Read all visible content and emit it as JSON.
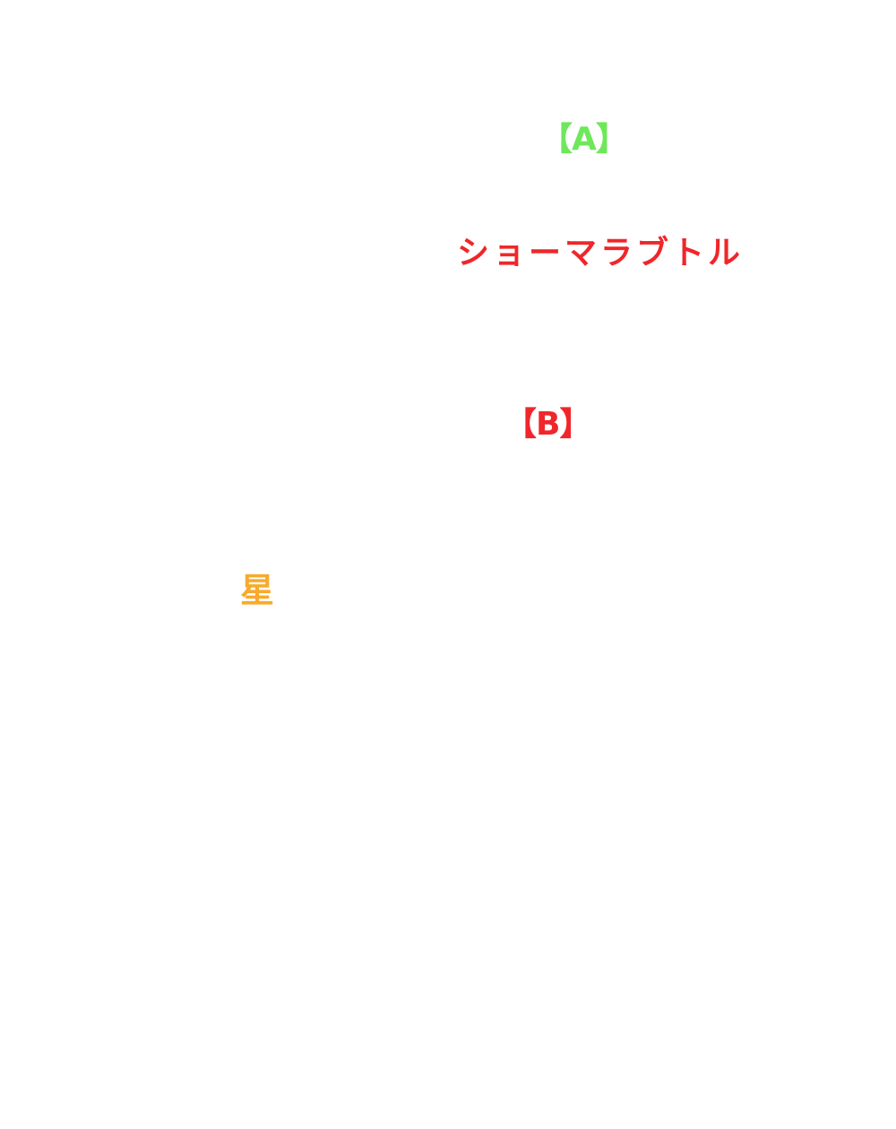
{
  "labels": {
    "a": "【A】",
    "title": "ショーマラブトル",
    "b": "【B】",
    "star": "星"
  },
  "colors": {
    "green": "#6ee85a",
    "red": "#f0262a",
    "orange": "#f8aa2a",
    "background": "#ffffff"
  }
}
